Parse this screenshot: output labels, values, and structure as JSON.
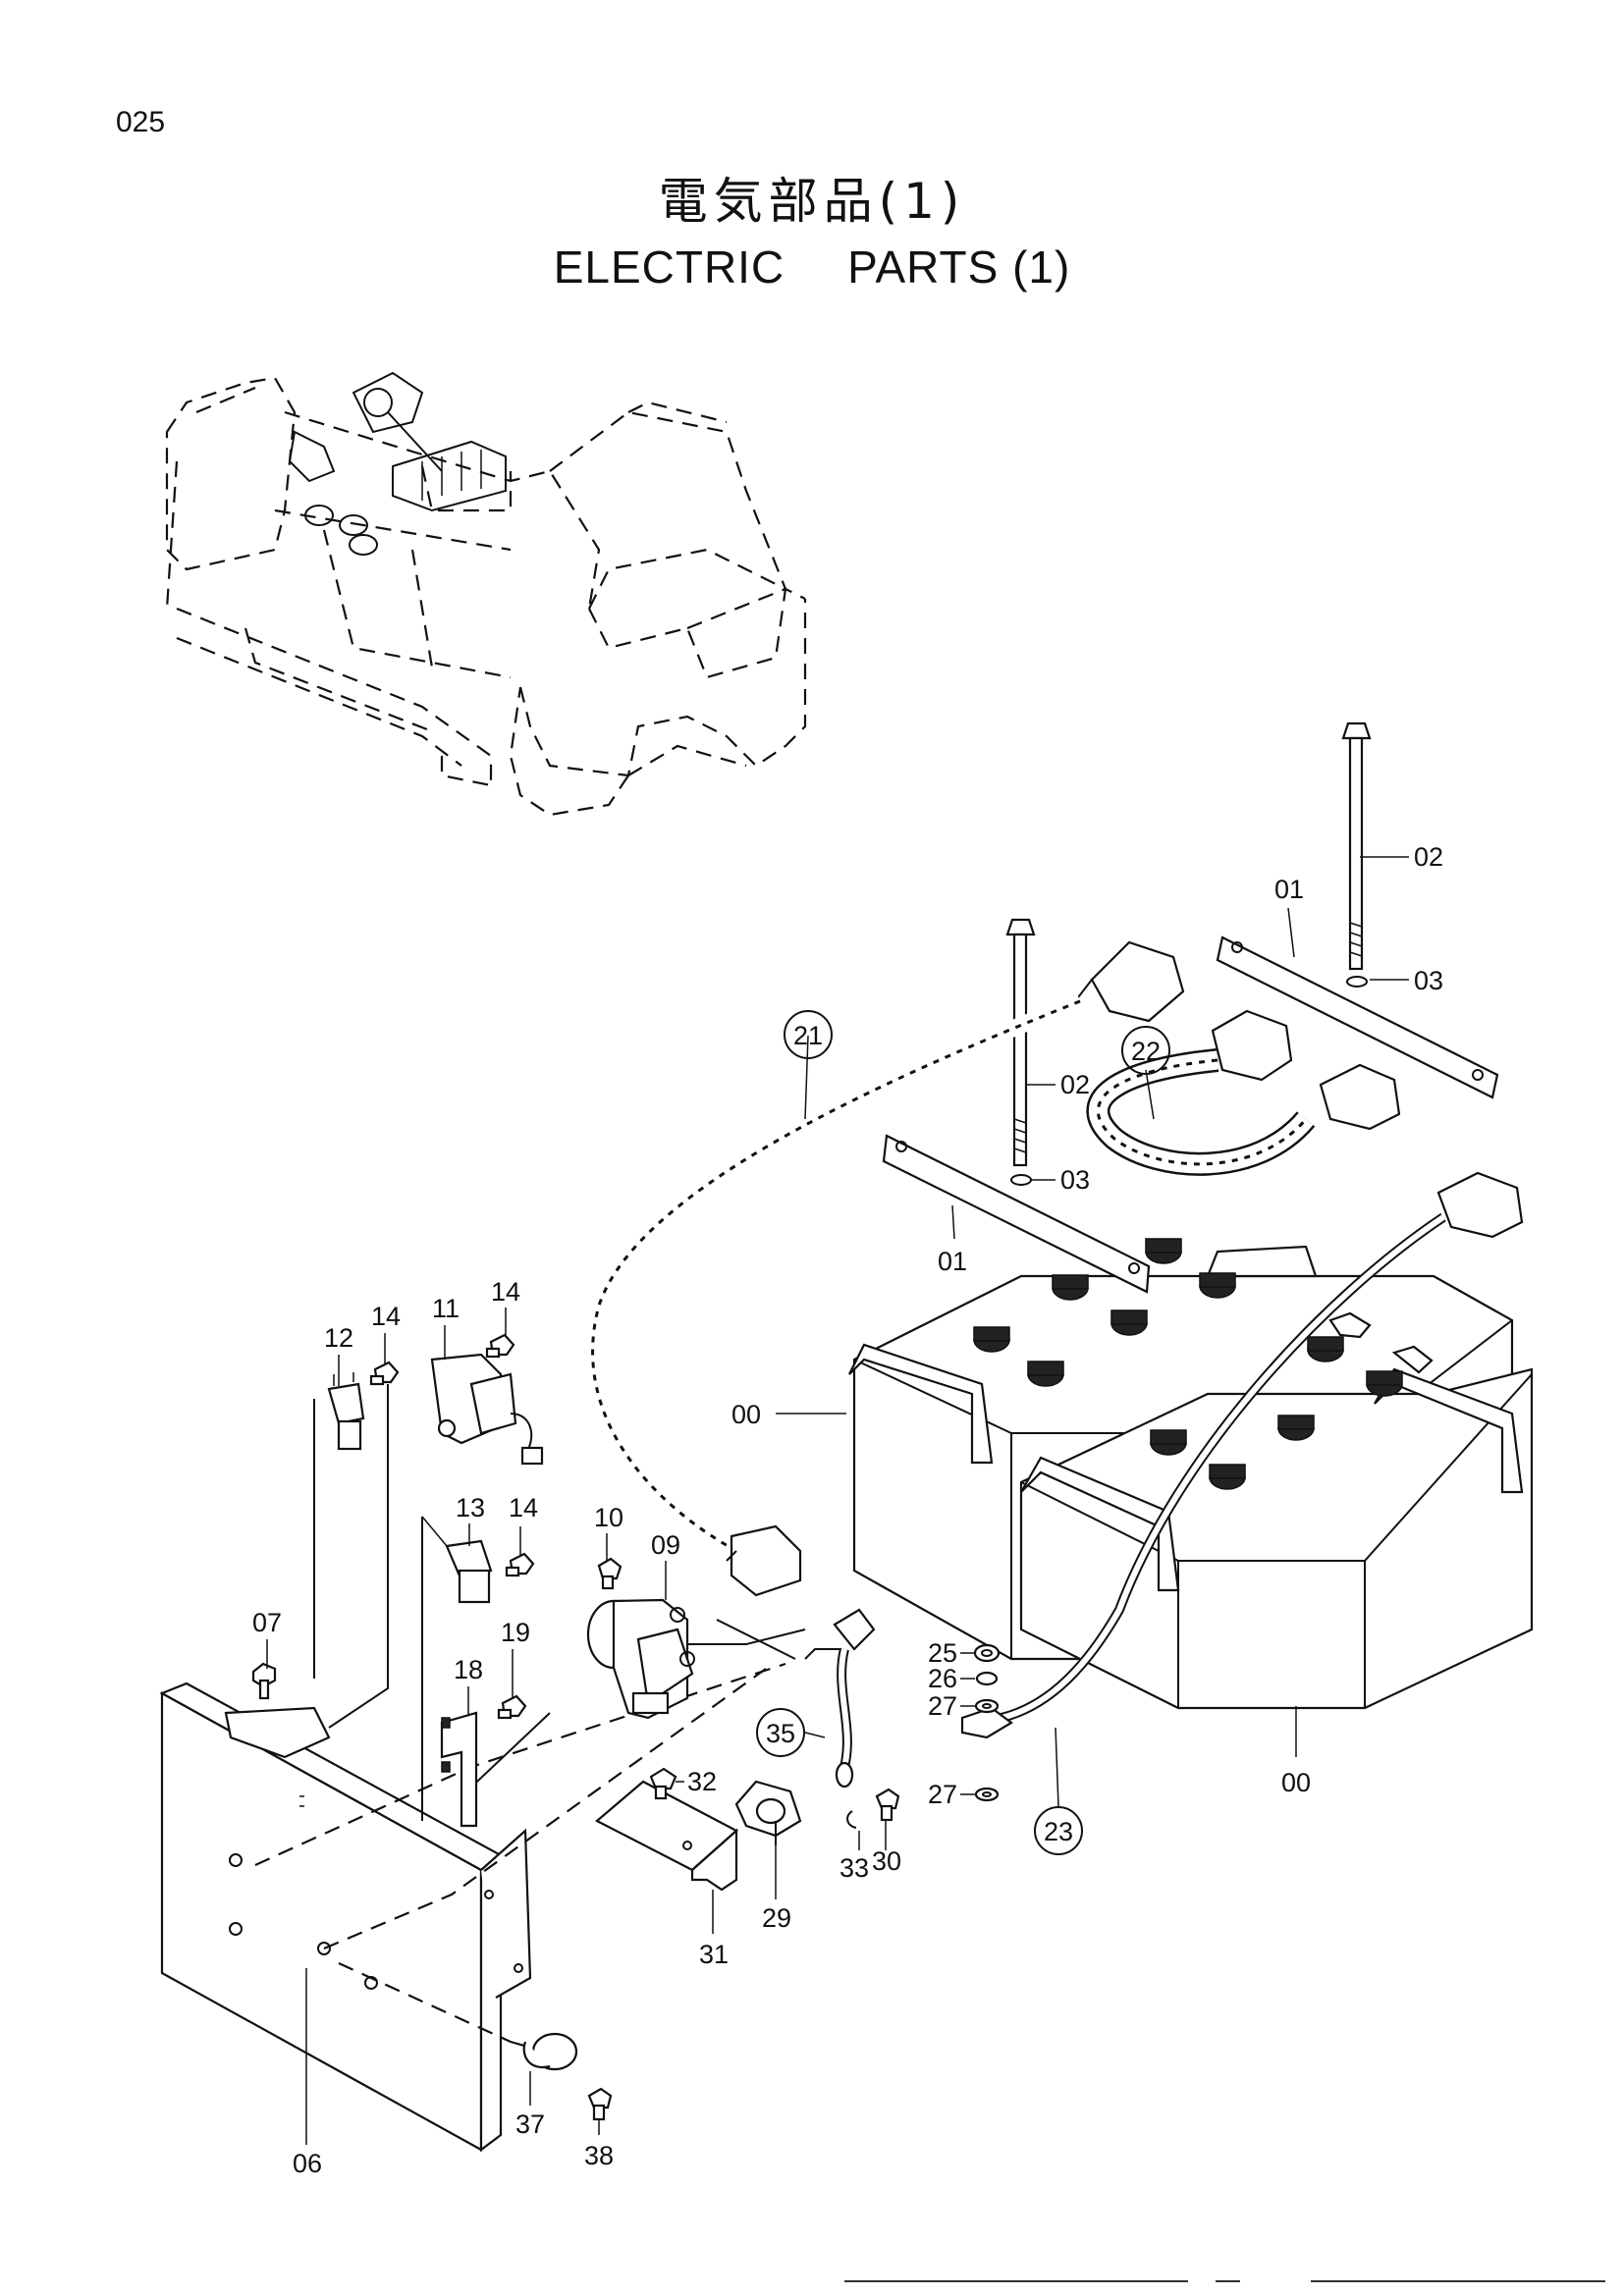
{
  "page": {
    "number": "025"
  },
  "title": {
    "japanese": "電気部品(1)",
    "english_word1": "ELECTRIC",
    "english_word2": "PARTS (1)"
  },
  "labels": {
    "p00": "00",
    "p01": "01",
    "p02": "02",
    "p03": "03",
    "p06": "06",
    "p07": "07",
    "p09": "09",
    "p10": "10",
    "p11": "11",
    "p12": "12",
    "p13": "13",
    "p14": "14",
    "p18": "18",
    "p19": "19",
    "p21": "21",
    "p22": "22",
    "p23": "23",
    "p25": "25",
    "p26": "26",
    "p27": "27",
    "p29": "29",
    "p30": "30",
    "p31": "31",
    "p32": "32",
    "p33": "33",
    "p35": "35",
    "p37": "37",
    "p38": "38"
  }
}
